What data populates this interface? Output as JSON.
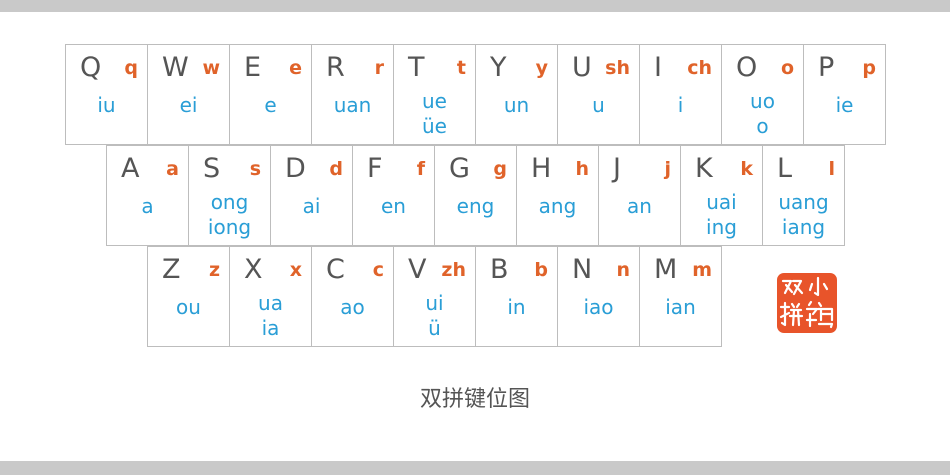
{
  "rows": [
    [
      {
        "letter": "Q",
        "code": "q",
        "finals": [
          "iu"
        ]
      },
      {
        "letter": "W",
        "code": "w",
        "finals": [
          "ei"
        ]
      },
      {
        "letter": "E",
        "code": "e",
        "finals": [
          "e"
        ]
      },
      {
        "letter": "R",
        "code": "r",
        "finals": [
          "uan"
        ]
      },
      {
        "letter": "T",
        "code": "t",
        "finals": [
          "ue",
          "üe"
        ]
      },
      {
        "letter": "Y",
        "code": "y",
        "finals": [
          "un"
        ]
      },
      {
        "letter": "U",
        "code": "sh",
        "finals": [
          "u"
        ]
      },
      {
        "letter": "I",
        "code": "ch",
        "finals": [
          "i"
        ]
      },
      {
        "letter": "O",
        "code": "o",
        "finals": [
          "uo",
          "o"
        ]
      },
      {
        "letter": "P",
        "code": "p",
        "finals": [
          "ie"
        ]
      }
    ],
    [
      {
        "letter": "A",
        "code": "a",
        "finals": [
          "a"
        ]
      },
      {
        "letter": "S",
        "code": "s",
        "finals": [
          "ong",
          "iong"
        ]
      },
      {
        "letter": "D",
        "code": "d",
        "finals": [
          "ai"
        ]
      },
      {
        "letter": "F",
        "code": "f",
        "finals": [
          "en"
        ]
      },
      {
        "letter": "G",
        "code": "g",
        "finals": [
          "eng"
        ]
      },
      {
        "letter": "H",
        "code": "h",
        "finals": [
          "ang"
        ]
      },
      {
        "letter": "J",
        "code": "j",
        "finals": [
          "an"
        ]
      },
      {
        "letter": "K",
        "code": "k",
        "finals": [
          "uai",
          "ing"
        ]
      },
      {
        "letter": "L",
        "code": "l",
        "finals": [
          "uang",
          "iang"
        ]
      }
    ],
    [
      {
        "letter": "Z",
        "code": "z",
        "finals": [
          "ou"
        ]
      },
      {
        "letter": "X",
        "code": "x",
        "finals": [
          "ua",
          "ia"
        ]
      },
      {
        "letter": "C",
        "code": "c",
        "finals": [
          "ao"
        ]
      },
      {
        "letter": "V",
        "code": "zh",
        "finals": [
          "ui",
          "ü"
        ]
      },
      {
        "letter": "B",
        "code": "b",
        "finals": [
          "in"
        ]
      },
      {
        "letter": "N",
        "code": "n",
        "finals": [
          "iao"
        ]
      },
      {
        "letter": "M",
        "code": "m",
        "finals": [
          "ian"
        ]
      }
    ]
  ],
  "seal": {
    "text": "双小拼鹤",
    "color": "#e8542a"
  },
  "caption": "双拼键位图",
  "colors": {
    "initial_code": "#e0632a",
    "finals": "#2a9ed6",
    "letter": "#555555"
  }
}
